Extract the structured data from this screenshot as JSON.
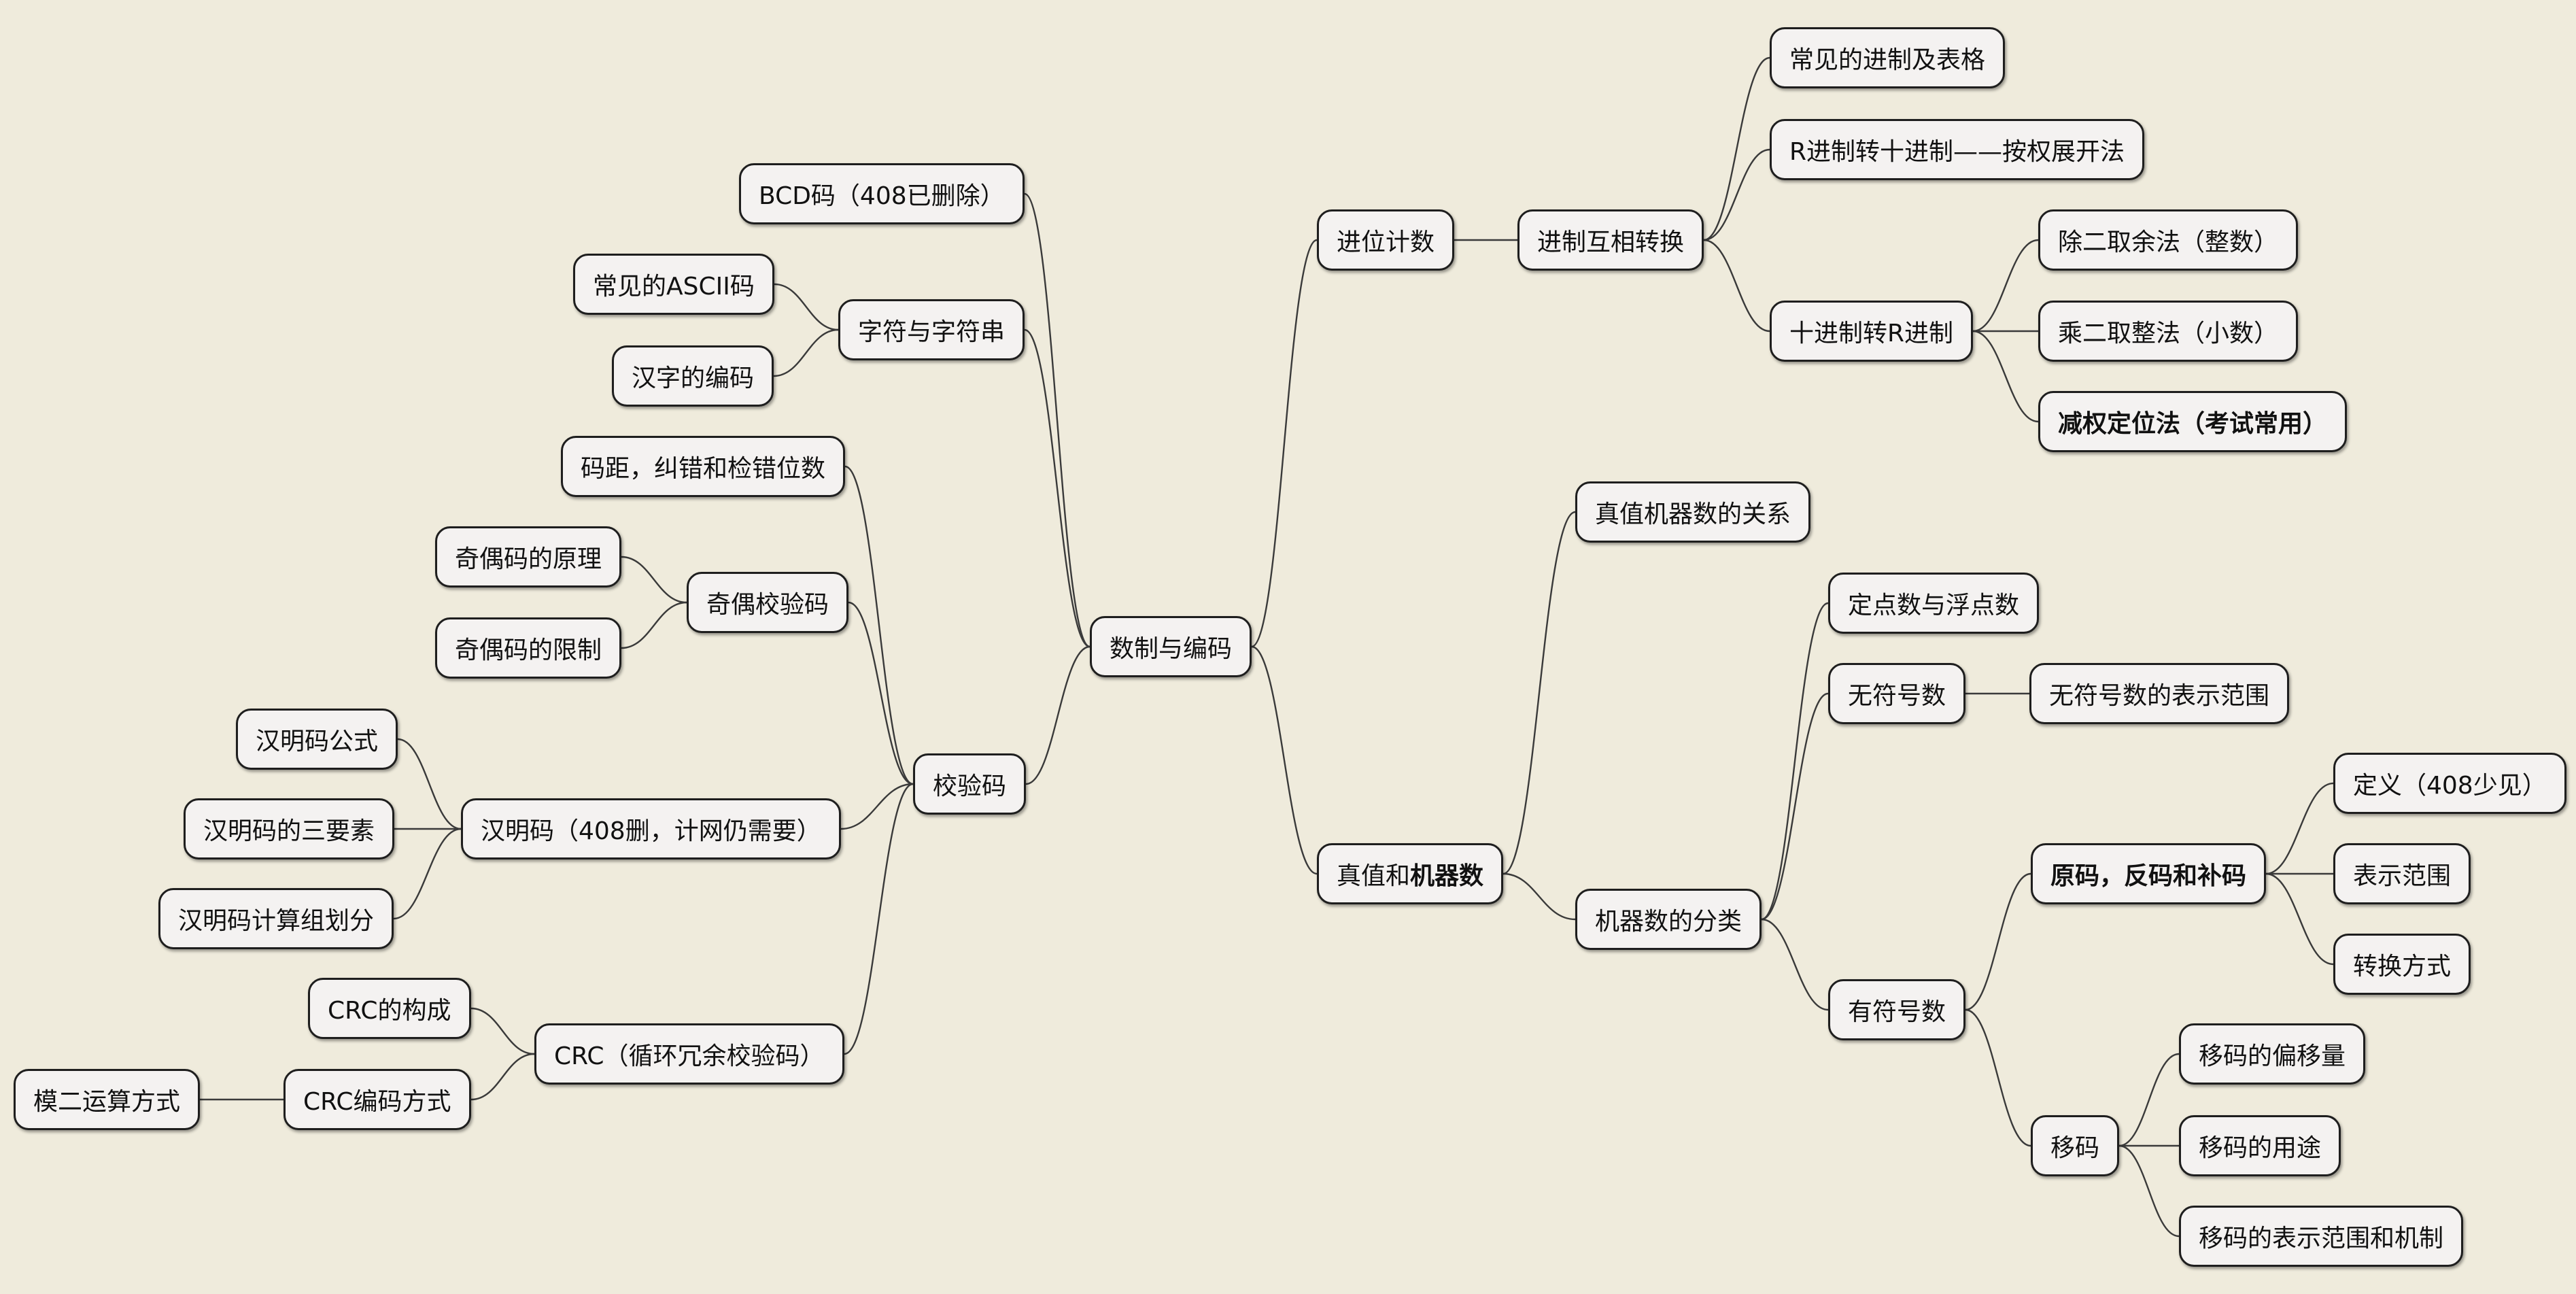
{
  "root": "数制与编码",
  "left": {
    "bcd": "BCD码（408已删除）",
    "char": {
      "label": "字符与字符串",
      "children": [
        "常见的ASCII码",
        "汉字的编码"
      ]
    },
    "check": {
      "label": "校验码",
      "code_distance": "码距，纠错和检错位数",
      "parity": {
        "label": "奇偶校验码",
        "children": [
          "奇偶码的原理",
          "奇偶码的限制"
        ]
      },
      "hamming": {
        "label": "汉明码（408删，计网仍需要）",
        "children": [
          "汉明码公式",
          "汉明码的三要素",
          "汉明码计算组划分"
        ]
      },
      "crc": {
        "label": "CRC（循环冗余校验码）",
        "structure": "CRC的构成",
        "encode": "CRC编码方式",
        "mod2": "模二运算方式"
      }
    }
  },
  "right": {
    "positional": {
      "label": "进位计数",
      "convert": {
        "label": "进制互相转换",
        "common": "常见的进制及表格",
        "r_to_dec": "R进制转十进制——按权展开法",
        "dec_to_r": {
          "label": "十进制转R进制",
          "children": [
            "除二取余法（整数）",
            "乘二取整法（小数）",
            "减权定位法（考试常用）"
          ]
        }
      }
    },
    "machine": {
      "label_plain": "真值和 ",
      "label_bold": "机器数",
      "relation": "真值机器数的关系",
      "classify": {
        "label": "机器数的分类",
        "fixed_float": "定点数与浮点数",
        "unsigned": {
          "label": "无符号数",
          "range": "无符号数的表示范围"
        },
        "signed": {
          "label": "有符号数",
          "codes": {
            "label": "原码，反码和补码",
            "children": [
              "定义（408少见）",
              "表示范围",
              "转换方式"
            ]
          },
          "bias": {
            "label": "移码",
            "children": [
              "移码的偏移量",
              "移码的用途",
              "移码的表示范围和机制"
            ]
          }
        }
      }
    }
  }
}
